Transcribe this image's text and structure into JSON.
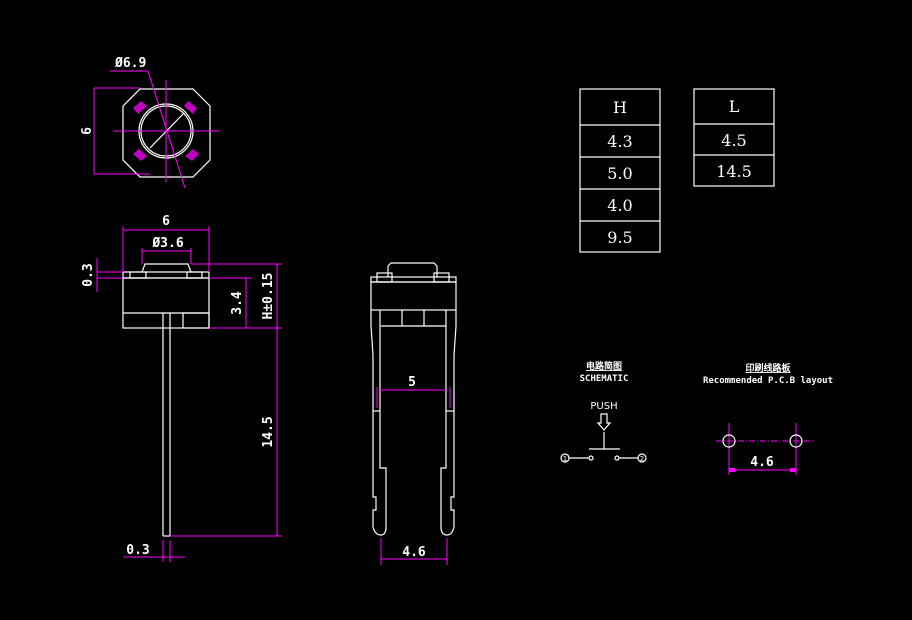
{
  "top_view": {
    "diameter_label": "Ø6.9",
    "width_label": "6"
  },
  "side_view": {
    "width_label": "6",
    "cap_diameter_label": "Ø3.6",
    "plate_label": "0.3",
    "body_height_label": "3.4",
    "total_height_label": "H±0.15",
    "leg_length_label": "14.5",
    "leg_thickness_label": "0.3"
  },
  "front_view": {
    "inner_width_label": "5",
    "pitch_label": "4.6"
  },
  "table_h": {
    "header": "H",
    "rows": [
      "4.3",
      "5.0",
      "4.0",
      "9.5"
    ]
  },
  "table_l": {
    "header": "L",
    "rows": [
      "4.5",
      "14.5"
    ]
  },
  "schematic": {
    "title_cn": "电路简图",
    "title_en": "SCHEMATIC",
    "push_label": "PUSH",
    "pin1": "1",
    "pin2": "2"
  },
  "pcb_layout": {
    "title_cn": "印刷线路板",
    "title_en": "Recommended P.C.B layout",
    "pitch_label": "4.6"
  },
  "colors": {
    "line": "#ffffff",
    "dimension": "#ff00ff",
    "background": "#000000"
  }
}
